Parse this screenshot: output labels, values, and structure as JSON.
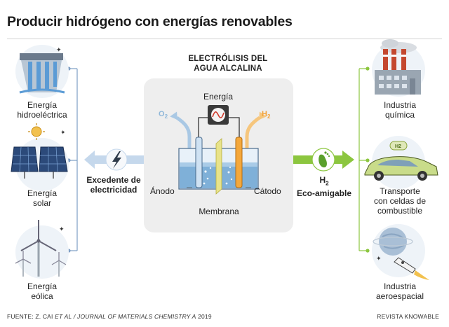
{
  "title": "Producir hidrógeno con energías renovables",
  "center_title": [
    "ELECTRÓLISIS DEL",
    "AGUA ALCALINA"
  ],
  "sources": [
    {
      "line1": "Energía",
      "line2": "hidroeléctrica",
      "icon": "dam-icon"
    },
    {
      "line1": "Energía",
      "line2": "solar",
      "icon": "solar-panel-icon"
    },
    {
      "line1": "Energía",
      "line2": "eólica",
      "icon": "wind-turbine-icon"
    }
  ],
  "surplus": [
    "Excedente de",
    "electricidad"
  ],
  "electrolysis": {
    "energy": "Energía",
    "o2": "O",
    "o2_sub": "2",
    "h2": "H",
    "h2_sub": "2",
    "anode": "Ánodo",
    "cathode": "Cátodo",
    "membrane": "Membrana"
  },
  "output": {
    "h2": "H",
    "h2_sub": "2",
    "label": "Eco-amigable"
  },
  "uses": [
    {
      "lines": [
        "Industria",
        "química"
      ],
      "icon": "factory-icon"
    },
    {
      "lines": [
        "Transporte",
        "con celdas de",
        "combustible"
      ],
      "icon": "fuel-cell-car-icon"
    },
    {
      "lines": [
        "Industria",
        "aeroespacial"
      ],
      "icon": "rocket-icon"
    }
  ],
  "footer": {
    "source_prefix": "FUENTE: Z. CAI ",
    "source_italic": "ET AL / JOURNAL OF MATERIALS CHEMISTRY A",
    "source_year": " 2019",
    "credit": "REVISTA KNOWABLE"
  },
  "colors": {
    "blue_arrow": "#c5d8ec",
    "green_arrow": "#8cc63f",
    "panel": "#eeeeee",
    "oxygen": "#8fb7d9",
    "hydrogen": "#f2a23a"
  }
}
